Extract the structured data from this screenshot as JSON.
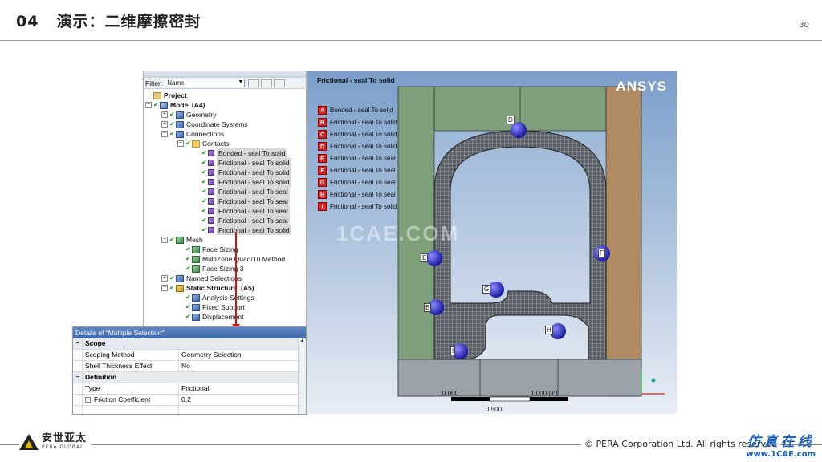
{
  "slide": {
    "number": "04",
    "title": "演示：二维摩擦密封",
    "page": "30"
  },
  "tree": {
    "filter_label": "Filter:",
    "filter_value": "Name",
    "items": [
      {
        "label": "Project"
      },
      {
        "label": "Model (A4)"
      },
      {
        "label": "Geometry"
      },
      {
        "label": "Coordinate Systems"
      },
      {
        "label": "Connections"
      },
      {
        "label": "Contacts"
      },
      {
        "label": "Bonded - seal To solid"
      },
      {
        "label": "Frictional - seal To solid"
      },
      {
        "label": "Frictional - seal To solid"
      },
      {
        "label": "Frictional - seal To solid"
      },
      {
        "label": "Frictional - seal To seal"
      },
      {
        "label": "Frictional - seal To seal"
      },
      {
        "label": "Frictional - seal To seal"
      },
      {
        "label": "Frictional - seal To seal"
      },
      {
        "label": "Frictional - seal To solid"
      },
      {
        "label": "Mesh"
      },
      {
        "label": "Face Sizing"
      },
      {
        "label": "MultiZone Quad/Tri Method"
      },
      {
        "label": "Face Sizing 3"
      },
      {
        "label": "Named Selections"
      },
      {
        "label": "Static Structural (A5)"
      },
      {
        "label": "Analysis Settings"
      },
      {
        "label": "Fixed Support"
      },
      {
        "label": "Displacement"
      }
    ]
  },
  "details": {
    "title": "Details of \"Multiple Selection\"",
    "sections": {
      "scope": "Scope",
      "definition": "Definition"
    },
    "rows": {
      "scoping_method": {
        "k": "Scoping Method",
        "v": "Geometry Selection"
      },
      "shell_thickness": {
        "k": "Shell Thickness Effect",
        "v": "No"
      },
      "type": {
        "k": "Type",
        "v": "Frictional"
      },
      "friction": {
        "k": "Friction Coefficient",
        "v": "0.2"
      }
    }
  },
  "viewport": {
    "title": "Frictional - seal To solid",
    "logo": "ANSYS",
    "watermark": "1CAE.COM",
    "legend": [
      {
        "key": "A",
        "label": "Bonded - seal To solid"
      },
      {
        "key": "B",
        "label": "Frictional - seal To solid"
      },
      {
        "key": "C",
        "label": "Frictional - seal To solid"
      },
      {
        "key": "D",
        "label": "Frictional - seal To solid"
      },
      {
        "key": "E",
        "label": "Frictional - seal To seal"
      },
      {
        "key": "F",
        "label": "Frictional - seal To seal"
      },
      {
        "key": "G",
        "label": "Frictional - seal To seal"
      },
      {
        "key": "H",
        "label": "Frictional - seal To seal"
      },
      {
        "key": "I",
        "label": "Frictional - seal To solid"
      }
    ],
    "scale": {
      "left": "0.000",
      "right": "1.000 (in)",
      "mid": "0.500"
    },
    "markers": [
      "D",
      "E",
      "F",
      "G",
      "B",
      "H",
      "I"
    ],
    "colors": {
      "legend_red": "#d22",
      "green_block": "#7f9f7a",
      "tan_block": "#b08a63",
      "grey_block": "#9aa3a9",
      "seal_fill": "#5a5f66"
    }
  },
  "footer": {
    "brand_cn": "安世亚太",
    "brand_en": "PERA GLOBAL",
    "copyright": "© PERA Corporation Ltd. All rights reserved",
    "site_cn": "仿真在线",
    "site_url": "www.1CAE.com"
  }
}
